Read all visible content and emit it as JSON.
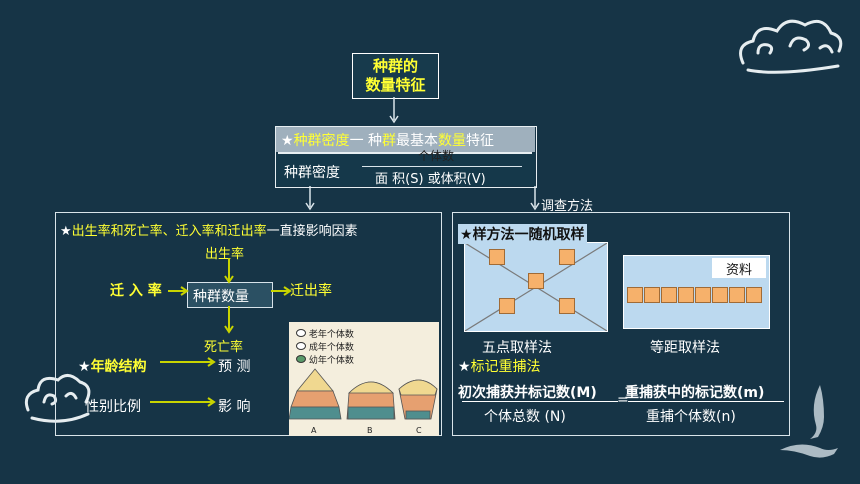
{
  "colors": {
    "background": "#163446",
    "highlight": "#ffff33",
    "arrow": "#c8d400",
    "grid_box": "#bcd9ef",
    "square": "#f6b16b"
  },
  "top_box": {
    "line1": "种群的",
    "line2": "数量特征"
  },
  "density": {
    "title_star": "★",
    "title_a": "种群密度",
    "title_b": "一 种",
    "title_c": "群",
    "title_d": "最基本",
    "title_e": "数量",
    "title_f": "特征",
    "formula_label": "种群密度",
    "numerator": "个体数",
    "denominator": "面 积(S) 或体积(V)"
  },
  "survey_label": "调查方法",
  "left": {
    "rates_star": "★",
    "rates_text": "出生率和死亡率、迁入率和迁出率",
    "rates_suffix": "一直接影响因素",
    "birth": "出生率",
    "immigration": "迁 入 率",
    "emigration": "迁出率",
    "center": "种群数量",
    "death": "死亡率",
    "age_star": "★",
    "age": "年龄结构",
    "predict": "预 测",
    "sex_ratio": "性别比例",
    "influence": "影 响",
    "legend": [
      "老年个体数",
      "成年个体数",
      "幼年个体数"
    ],
    "pyramid_labels": [
      "A",
      "B",
      "C"
    ]
  },
  "right": {
    "quadrat_star": "★",
    "quadrat": "样方法一随机取样",
    "resource_tag": "资料",
    "five_point": "五点取样法",
    "equidistant": "等距取样法",
    "mark_star": "★",
    "mark": "标记重捕法",
    "f_num_left": "初次捕获并标记数(M)",
    "f_num_right": "重捕获中的标记数(m)",
    "f_den_left": "个体总数 (N)",
    "f_den_right": "重捕个体数(n)",
    "equals": "="
  }
}
